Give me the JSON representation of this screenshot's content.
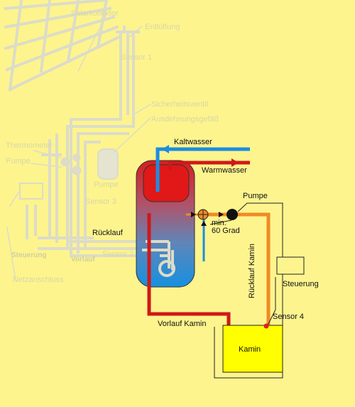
{
  "colors": {
    "background": "#fdf48e",
    "faded": "#dcdcc8",
    "faded_text": "#d9d7a6",
    "hot": "#e02020",
    "cold": "#1a8ee0",
    "kamin_return": "#f08a24",
    "kamin_fill": "#ffff00",
    "line": "#222222"
  },
  "labels": {
    "solarkollektor": "Solarkollektor",
    "entlueftung": "Entlüftung",
    "sensor1": "Sensor 1",
    "sicherheitsventil": "Sicherheitsventil",
    "ausdehnungsgefaess": "Ausdehnungsgefäß",
    "thermometer": "Thermometer",
    "pumpe_left": "Pumpe",
    "pumpe_faded": "Pumpe",
    "sensor3": "Sensor 3",
    "ruecklauf": "Rücklauf",
    "sensor2": "Sensor 2",
    "steuerung_faded": "Steuerung",
    "vorlauf_faded": "Vorlauf",
    "netzanschluss": "Netzanschluss",
    "kaltwasser": "Kaltwasser",
    "warmwasser": "Warmwasser",
    "pumpe": "Pumpe",
    "min": "min.",
    "sechzig_grad": "60 Grad",
    "ruecklauf_kamin": "Rücklauf Kamin",
    "steuerung": "Steuerung",
    "sensor4": "Sensor 4",
    "vorlauf_kamin": "Vorlauf Kamin",
    "kamin": "Kamin"
  }
}
